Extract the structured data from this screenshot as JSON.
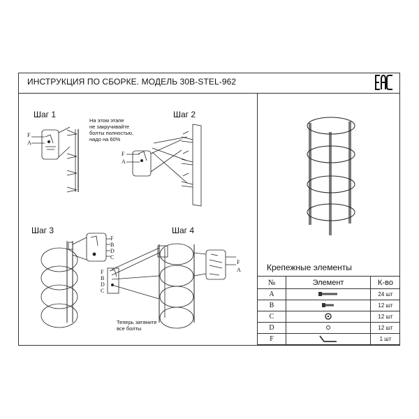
{
  "header": {
    "title": "ИНСТРУКЦИЯ ПО СБОРКЕ. МОДЕЛЬ 30B-STEL-962",
    "certification_mark": "EAC"
  },
  "steps": [
    {
      "label": "Шаг 1",
      "note_lines": [
        "На этом этапе",
        "не закручивайте",
        "болты полностью,",
        "надо на 60%"
      ],
      "callouts": [
        "F",
        "A"
      ]
    },
    {
      "label": "Шаг 2",
      "callouts": [
        "F",
        "A"
      ]
    },
    {
      "label": "Шаг 3",
      "callouts_right": [
        "F",
        "B",
        "D",
        "C"
      ],
      "callouts_left": [
        "F",
        "B",
        "D",
        "C"
      ]
    },
    {
      "label": "Шаг 4",
      "callouts": [
        "F",
        "A"
      ],
      "note_lines": [
        "Теперь затяните",
        "все болты"
      ]
    }
  ],
  "fasteners": {
    "title": "Крепежные элементы",
    "columns": [
      "№",
      "Элемент",
      "К-во"
    ],
    "rows": [
      {
        "id": "A",
        "icon": "long-bolt-icon",
        "qty": "24 шт"
      },
      {
        "id": "B",
        "icon": "short-bolt-icon",
        "qty": "12 шт"
      },
      {
        "id": "C",
        "icon": "washer-icon",
        "qty": "12 шт"
      },
      {
        "id": "D",
        "icon": "nut-icon",
        "qty": "12 шт"
      },
      {
        "id": "F",
        "icon": "allen-key-icon",
        "qty": "1 шт"
      }
    ]
  }
}
